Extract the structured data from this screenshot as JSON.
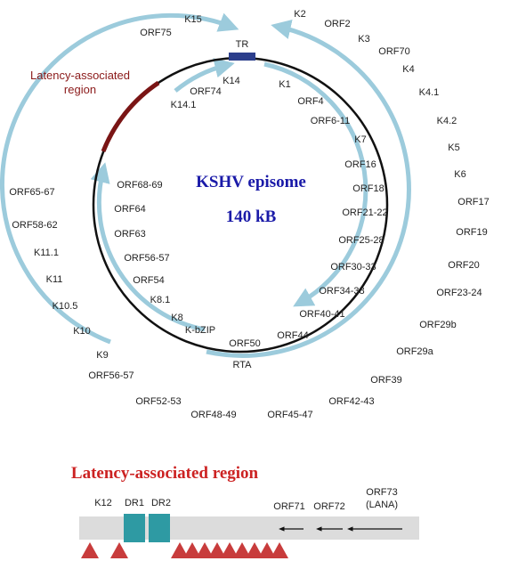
{
  "diagram": {
    "center_title": "KSHV episome",
    "center_subtitle": "140 kB",
    "tr_label": "TR",
    "rta_label": "RTA",
    "latency_label_line1": "Latency-associated",
    "latency_label_line2": "region",
    "colors": {
      "ring": "#111111",
      "arrow": "#9ccbdc",
      "tr_block": "#2c3e8c",
      "latency_arc": "#7a1515",
      "title": "#1a1aa8"
    },
    "outer_labels": [
      "K2",
      "ORF2",
      "K3",
      "ORF70",
      "K4",
      "K4.1",
      "K4.2",
      "K5",
      "K6",
      "ORF17",
      "ORF19",
      "ORF20",
      "ORF23-24",
      "ORF29b",
      "ORF29a",
      "ORF39",
      "ORF42-43",
      "ORF45-47",
      "ORF48-49",
      "ORF52-53",
      "ORF56-57",
      "K9",
      "K10",
      "K10.5",
      "K11",
      "K11.1",
      "ORF58-62",
      "ORF65-67",
      "ORF75",
      "K15"
    ],
    "inner_labels": [
      "K1",
      "ORF4",
      "ORF6-11",
      "K7",
      "ORF16",
      "ORF18",
      "ORF21-22",
      "ORF25-28",
      "ORF30-33",
      "ORF34-38",
      "ORF40-41",
      "ORF44",
      "ORF50",
      "K-bZIP",
      "K8",
      "K8.1",
      "ORF54",
      "ORF56-57",
      "ORF63",
      "ORF64",
      "ORF68-69",
      "K14",
      "ORF74",
      "K14.1"
    ]
  },
  "latency_region": {
    "title": "Latency-associated region",
    "labels": {
      "k12": "K12",
      "dr1": "DR1",
      "dr2": "DR2",
      "orf71": "ORF71",
      "orf72": "ORF72",
      "orf73": "ORF73",
      "lana": "(LANA)"
    },
    "colors": {
      "bar": "#dcdcdc",
      "dr_box": "#2e9aa3",
      "triangle": "#c83c3c"
    }
  }
}
